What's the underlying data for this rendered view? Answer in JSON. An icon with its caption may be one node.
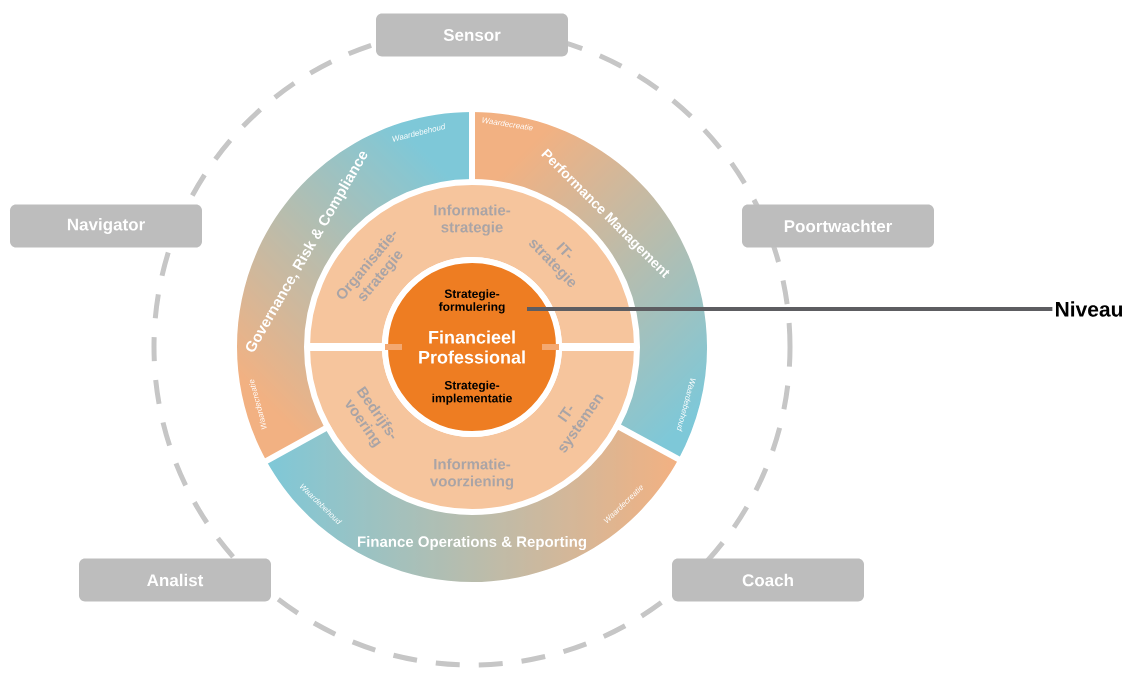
{
  "diagram": {
    "nodes": [
      {
        "text": [
          "Sensor"
        ]
      },
      {
        "text": [
          "Navigator"
        ]
      },
      {
        "text": [
          "Poortwachter"
        ]
      },
      {
        "text": [
          "Analist"
        ]
      },
      {
        "text": [
          "Coach"
        ]
      },
      {
        "text": [
          "Governance, Risk & Compliance",
          "Waardebehoud",
          "Waardecreatie"
        ]
      },
      {
        "text": [
          "Performance Management",
          "Waardecreatie",
          "Waardebehoud"
        ]
      },
      {
        "text": [
          "Finance Operations & Reporting",
          "Waardebehoud",
          "Waardecreatie"
        ]
      },
      {
        "text": [
          "Informatie- strategie",
          "Organisatie- strategie",
          "IT- strategie"
        ]
      },
      {
        "text": [
          "Bedrijfs- voering",
          "Informatie- voorziening",
          "IT- systemen"
        ]
      },
      {
        "text": [
          "Strategie- formulering",
          "Financieel Professional",
          "Strategie- implementatie"
        ]
      },
      {
        "text": [
          "Niveau"
        ]
      }
    ],
    "edges": [
      {
        "from": 11,
        "to": 10,
        "arrow": "none"
      }
    ]
  }
}
